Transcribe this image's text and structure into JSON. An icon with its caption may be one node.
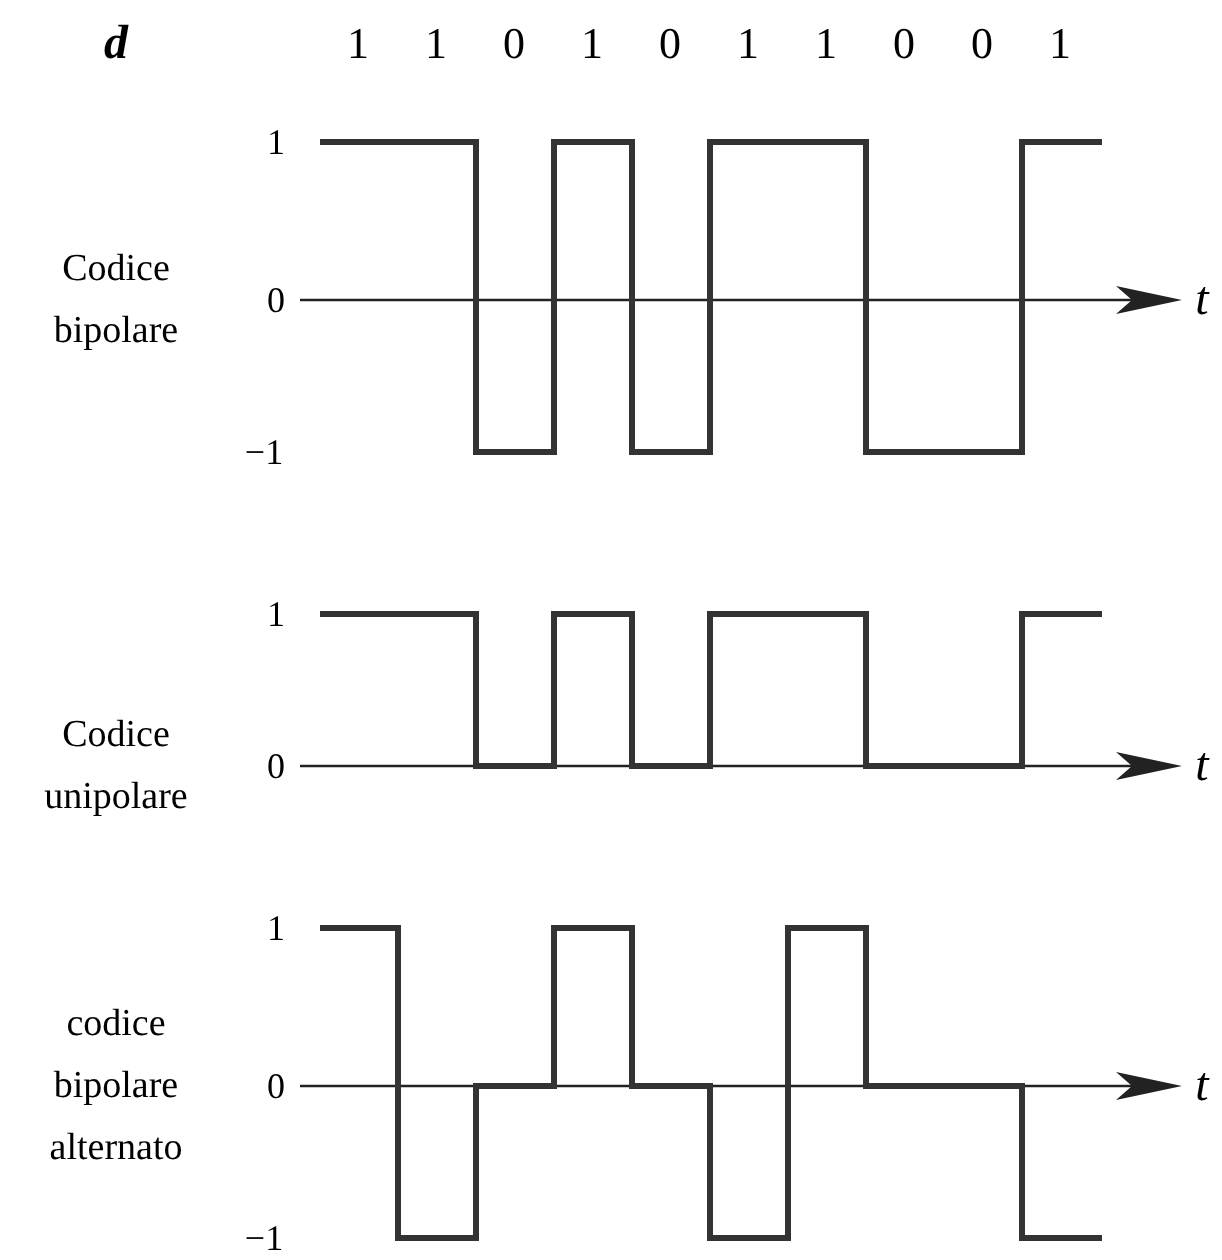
{
  "diagram": {
    "labels": [
      "d",
      "1",
      "1",
      "0",
      "1",
      "0",
      "1",
      "1",
      "0",
      "0",
      "1",
      "1",
      "Codice bipolare",
      "0",
      "t",
      "−1",
      "1",
      "Codice unipolare",
      "0",
      "t",
      "1",
      "codice bipolare alternato",
      "0",
      "t",
      "−1"
    ]
  }
}
